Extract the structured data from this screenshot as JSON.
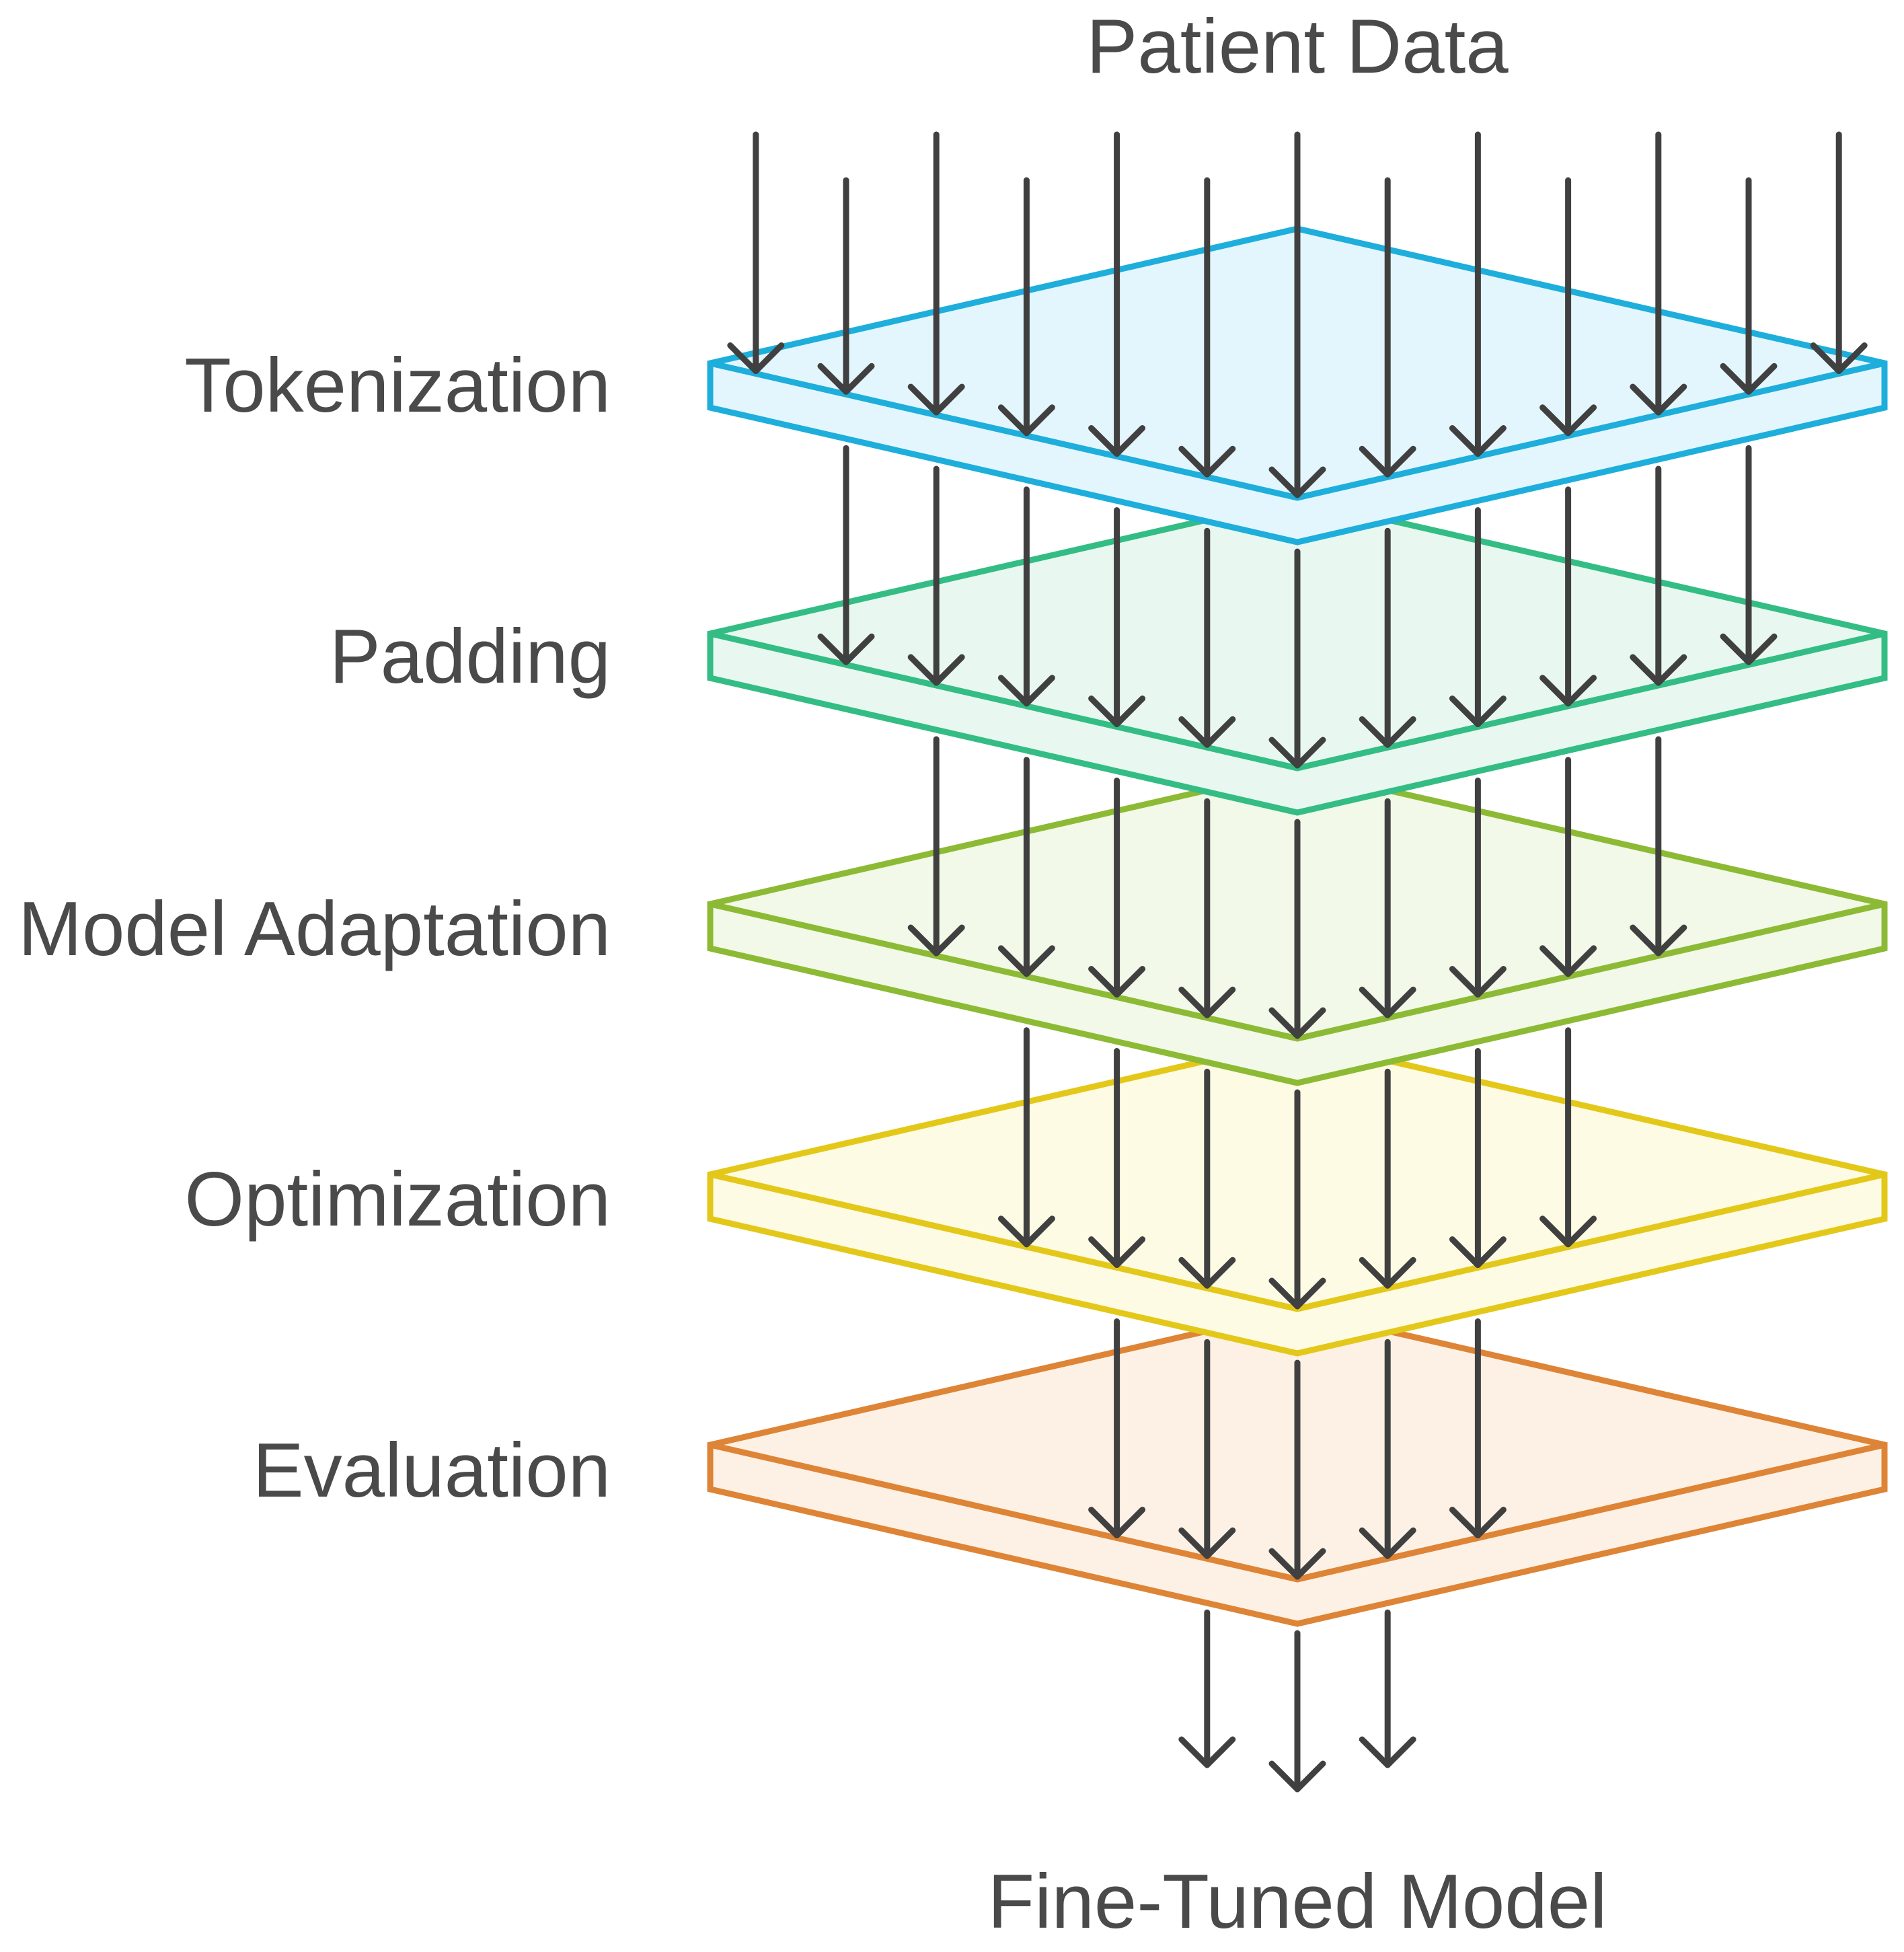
{
  "diagram": {
    "input_label": "Patient Data",
    "output_label": "Fine-Tuned Model",
    "layers": [
      {
        "name": "Tokenization",
        "stroke": "#1EAEDB",
        "fill": "#E4F6FD",
        "arrows_out": 11
      },
      {
        "name": "Padding",
        "stroke": "#33BD84",
        "fill": "#E8F8F0",
        "arrows_out": 9
      },
      {
        "name": "Model Adaptation",
        "stroke": "#8DBA35",
        "fill": "#F2F9E8",
        "arrows_out": 7
      },
      {
        "name": "Optimization",
        "stroke": "#E3C81A",
        "fill": "#FEFBE4",
        "arrows_out": 5
      },
      {
        "name": "Evaluation",
        "stroke": "#DE8436",
        "fill": "#FDF1E5",
        "arrows_out": 3
      }
    ],
    "input_arrows": 13,
    "arrow_color": "#404040"
  }
}
